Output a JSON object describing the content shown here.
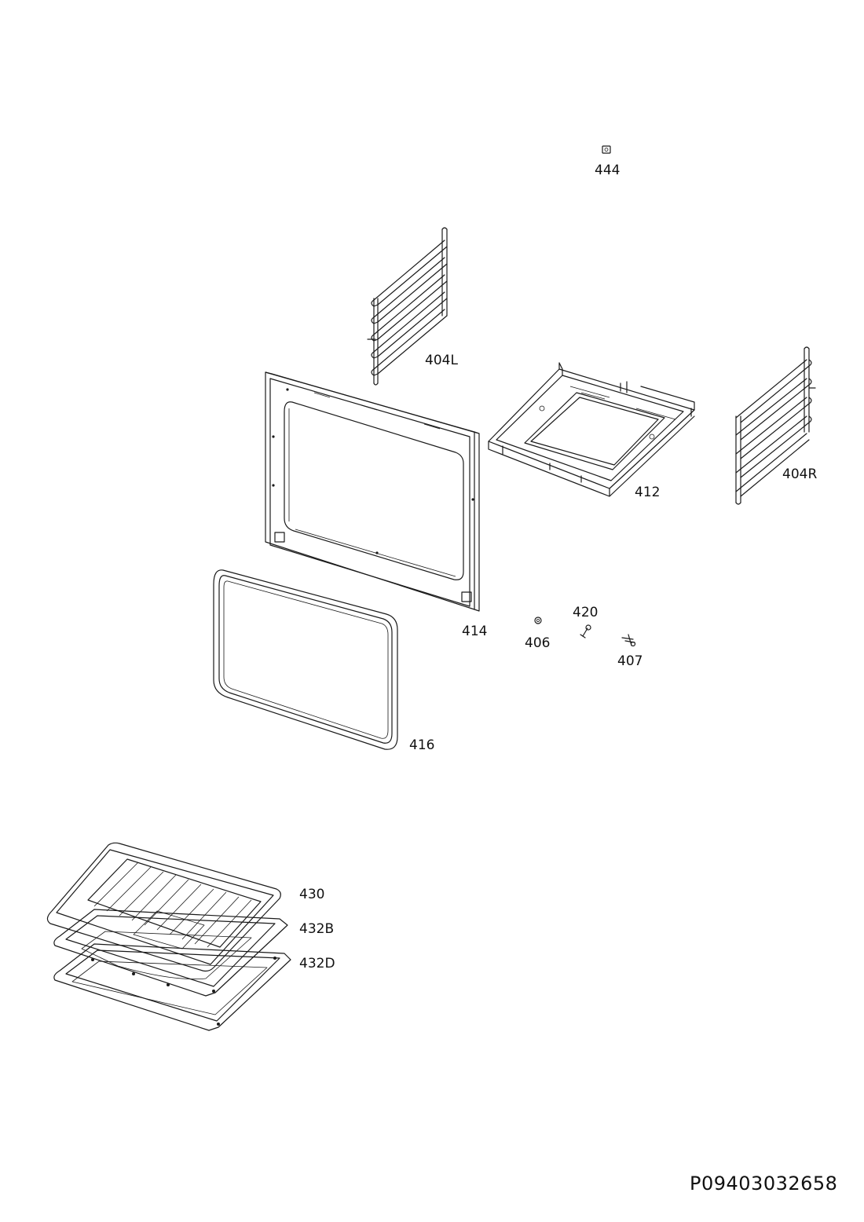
{
  "drawing_code": "P09403032658",
  "part_labels": {
    "p444": "444",
    "p404L": "404L",
    "p412": "412",
    "p404R": "404R",
    "p414": "414",
    "p420": "420",
    "p406": "406",
    "p407": "407",
    "p416": "416",
    "p430": "430",
    "p432B": "432B",
    "p432D": "432D"
  }
}
